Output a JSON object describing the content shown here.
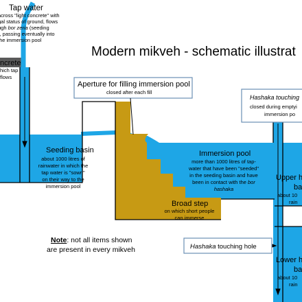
{
  "title": "Modern mikveh - schematic illustrat",
  "tap_water": {
    "heading": "Tap water",
    "lines": [
      "across \"light concrete\" with",
      "gal status of ground, flows",
      "ugh ",
      "bor zeria",
      " (seeding",
      "), passing eventually into",
      "the immersion pool"
    ]
  },
  "concrete_note": {
    "heading": "ncrete",
    "lines": [
      "hich tap",
      "flows"
    ]
  },
  "aperture": {
    "title": "Aperture for filling immersion pool",
    "subtitle": "closed after each fill"
  },
  "hashaka_top": {
    "title": "Hashaka touching",
    "line2": "closed during emptyi",
    "line3": "immersion po"
  },
  "seeding_basin": {
    "heading": "Seeding basin",
    "lines": [
      "about 1000 litres of",
      "rainwater in which the",
      "tap water is \"sown\"",
      "on their way to the",
      "immersion pool"
    ]
  },
  "immersion_pool": {
    "heading": "Immersion pool",
    "lines": [
      "more than 1000 litres of tap-",
      "water that have been \"seeded\"",
      "in the seeding basin and have",
      "been in contact with the ",
      "bor",
      "hashaka"
    ]
  },
  "broad_step": {
    "heading": "Broad step",
    "lines": [
      "on which short people",
      "can immerse"
    ]
  },
  "upper_basin": {
    "heading": "Upper h",
    "lines": [
      "ba",
      "about 10",
      "rain"
    ]
  },
  "lower_basin": {
    "heading": "Lower h",
    "lines": [
      "ba",
      "about 10",
      "rain"
    ]
  },
  "note": {
    "label": "Note",
    "text": ": not all items shown",
    "line2": "are present in every mikveh"
  },
  "hashaka_bottom": {
    "italic": "Hashaka",
    "text": " touching hole"
  },
  "colors": {
    "water": "#1ea6e6",
    "concrete": "#c79a14",
    "line": "#000000",
    "box_border": "#6a8fb5"
  }
}
